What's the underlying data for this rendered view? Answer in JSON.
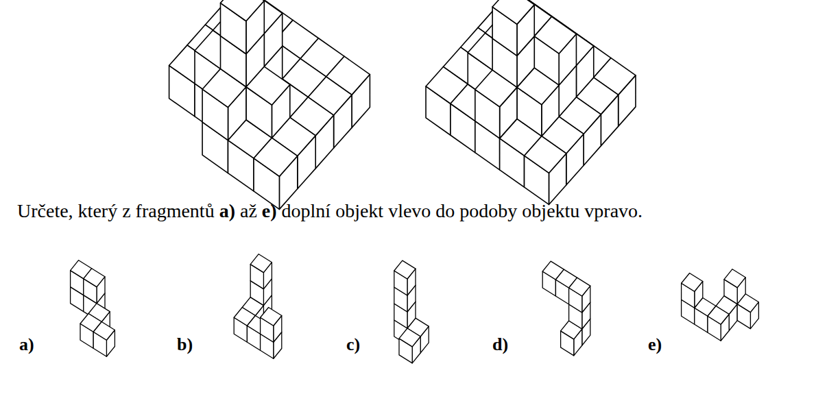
{
  "diagram": {
    "labels": [
      "Určete, který z fragmentů",
      "a)",
      "až",
      "e)",
      "doplní objekt vlevo do podoby objektu vpravo.",
      "a)",
      "b)",
      "c)",
      "d)",
      "e)"
    ]
  }
}
